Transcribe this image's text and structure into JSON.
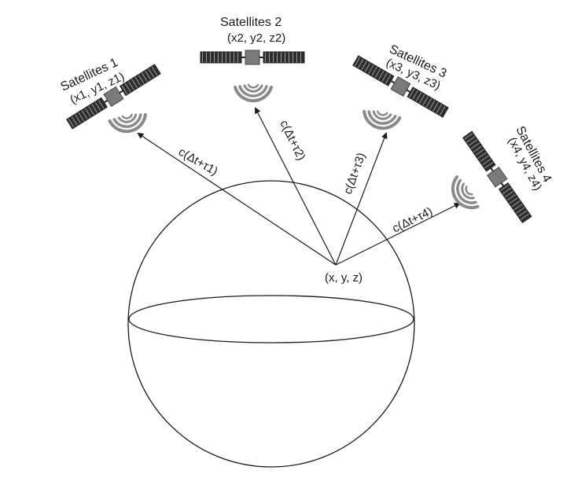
{
  "satellites": [
    {
      "name": "Satellites 1",
      "coords": "(x1, y1, z1)"
    },
    {
      "name": "Satellites 2",
      "coords": "(x2, y2, z2)"
    },
    {
      "name": "Satellites 3",
      "coords": "(x3, y3, z3)"
    },
    {
      "name": "Satellites 4",
      "coords": "(x4, y4, z4)"
    }
  ],
  "ranges": [
    {
      "label": "c(Δt+τ1)"
    },
    {
      "label": "c(Δt+τ2)"
    },
    {
      "label": "c(Δt+τ3)"
    },
    {
      "label": "c(Δt+τ4)"
    }
  ],
  "receiver": {
    "label": "(x, y, z)"
  },
  "colors": {
    "ink": "#1a1a1a",
    "panel": "#333333",
    "body": "#777777",
    "signal": "#8a8a8a"
  }
}
